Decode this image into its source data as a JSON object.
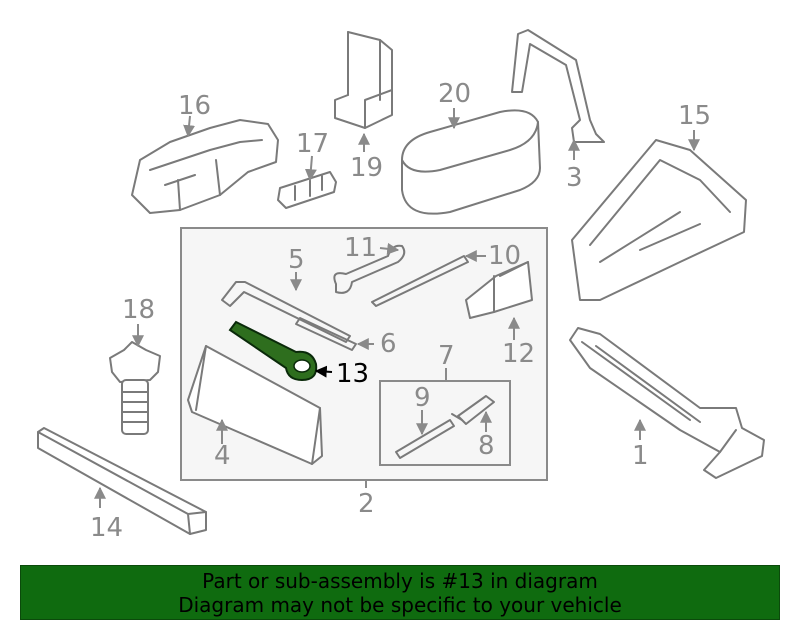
{
  "diagram": {
    "highlight_color": "#2e6e1e",
    "banner_color": "#0f6b0f",
    "callouts": {
      "p1": "1",
      "p2": "2",
      "p3": "3",
      "p4": "4",
      "p5": "5",
      "p6": "6",
      "p7": "7",
      "p8": "8",
      "p9": "9",
      "p10": "10",
      "p11": "11",
      "p12": "12",
      "p13": "13",
      "p14": "14",
      "p15": "15",
      "p16": "16",
      "p17": "17",
      "p18": "18",
      "p19": "19",
      "p20": "20"
    }
  },
  "banner": {
    "line1": "Part or sub-assembly is #13 in diagram",
    "line2": "Diagram may not be specific to your vehicle"
  }
}
